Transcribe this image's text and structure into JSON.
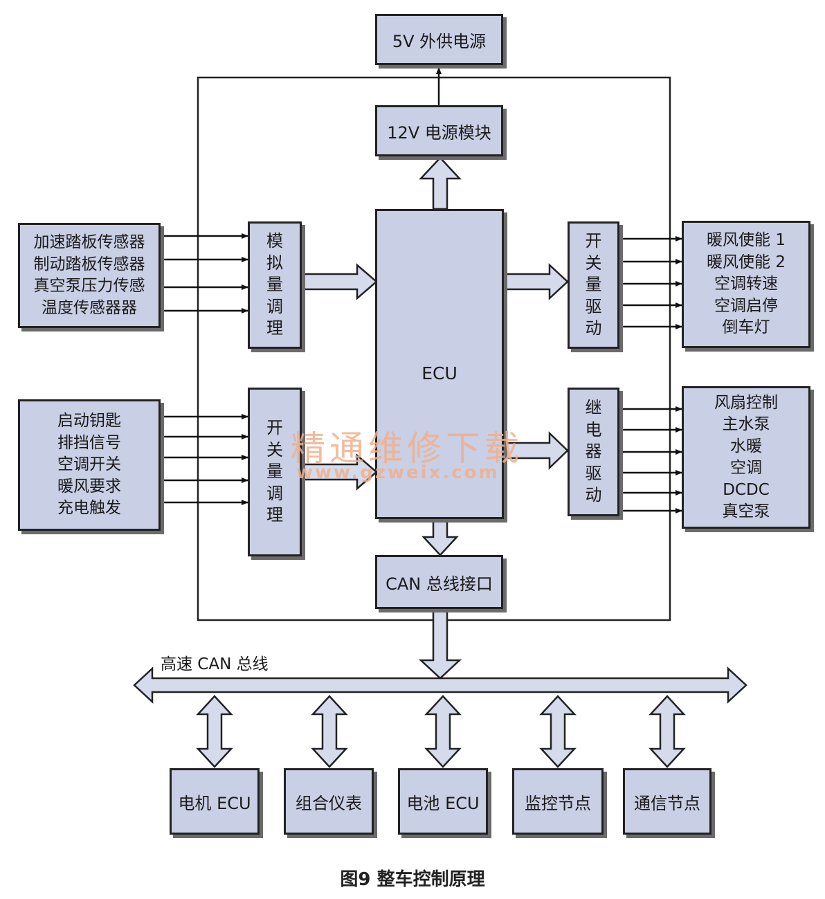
{
  "power": {
    "external": "5V 外供电源",
    "module": "12V 电源模块"
  },
  "ecu": {
    "label": "ECU"
  },
  "can": {
    "interface": "CAN 总线接口",
    "bus_label": "高速 CAN 总线"
  },
  "inputs_analog": [
    "加速踏板传感器",
    "制动踏板传感器",
    "真空泵压力传感",
    "温度传感器器"
  ],
  "inputs_switch": [
    "启动钥匙",
    "排挡信号",
    "空调开关",
    "暖风要求",
    "充电触发"
  ],
  "analog_conditioning": [
    "模",
    "拟",
    "量",
    "调",
    "理"
  ],
  "switch_conditioning": [
    "开",
    "关",
    "量",
    "调",
    "理"
  ],
  "switch_driver": [
    "开",
    "关",
    "量",
    "驱",
    "动"
  ],
  "relay_driver": [
    "继",
    "电",
    "器",
    "驱",
    "动"
  ],
  "outputs_switch": [
    "暖风使能 1",
    "暖风使能 2",
    "空调转速",
    "空调启停",
    "倒车灯"
  ],
  "outputs_relay": [
    "风扇控制",
    "主水泵",
    "水暖",
    "空调",
    "DCDC",
    "真空泵"
  ],
  "nodes": [
    "电机 ECU",
    "组合仪表",
    "电池 ECU",
    "监控节点",
    "通信节点"
  ],
  "watermark": {
    "text": "精通维修下载",
    "url": "www.gzweix.com"
  },
  "caption": "图9 整车控制原理",
  "colors": {
    "box_fill": "#c9cfe4",
    "arrow_fill": "#d6dbec",
    "watermark": "#f0b08c"
  }
}
